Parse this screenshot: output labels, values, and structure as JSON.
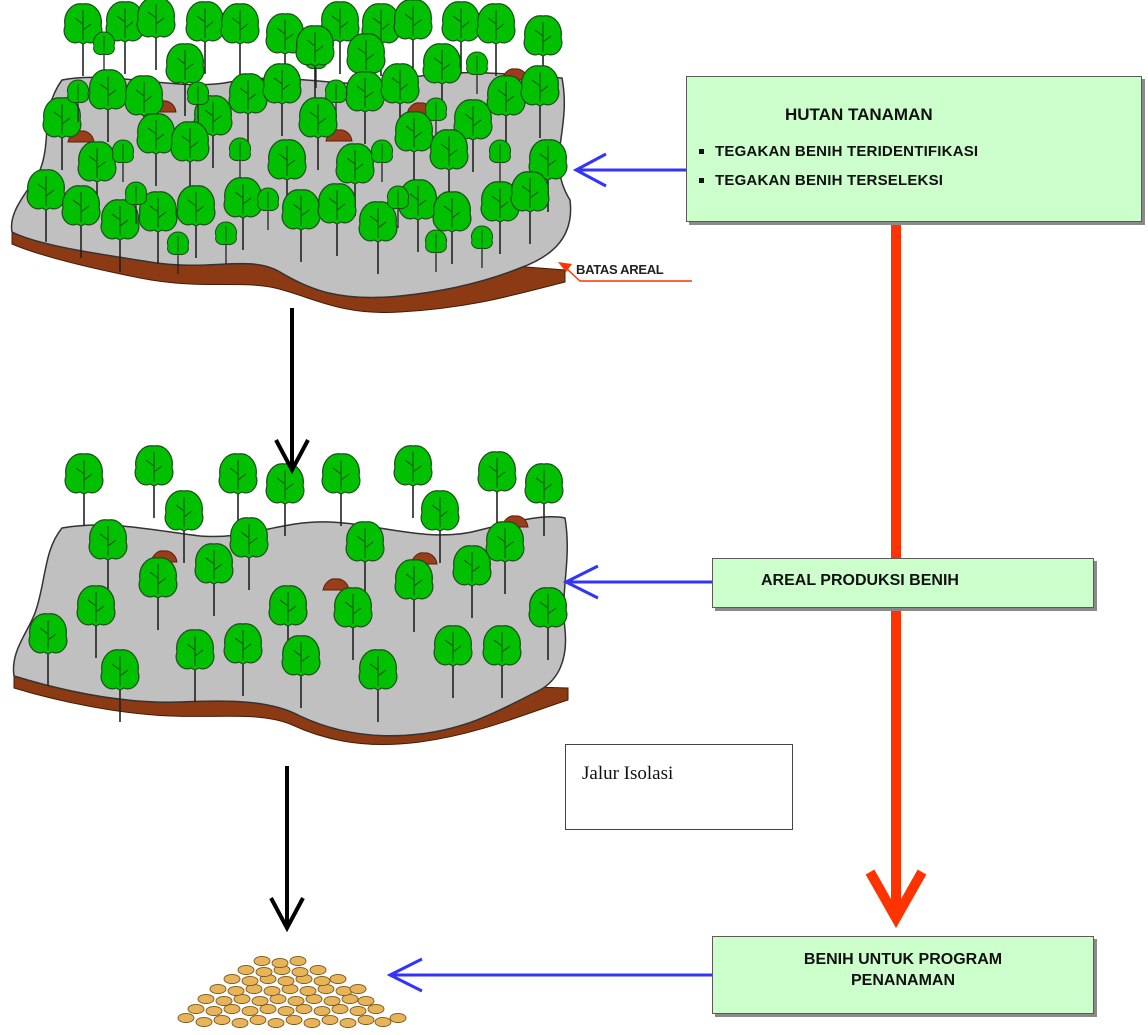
{
  "boxes": {
    "hutan_tanaman": {
      "title": "HUTAN TANAMAN",
      "bullets": [
        "TEGAKAN BENIH TERIDENTIFIKASI",
        "TEGAKAN BENIH TERSELEKSI"
      ]
    },
    "areal_produksi": {
      "title": "AREAL PRODUKSI BENIH"
    },
    "benih_program": {
      "line1": "BENIH UNTUK PROGRAM",
      "line2": "PENANAMAN"
    },
    "jalur_isolasi": {
      "text": "Jalur Isolasi"
    }
  },
  "labels": {
    "batas_areal": "BATAS AREAL"
  },
  "colors": {
    "box_fill": "#ccffcc",
    "ground_fill": "#c0c0c0",
    "soil_edge": "#8b3a13",
    "tree_leaf": "#00c000",
    "blue_arrow": "#3333ff",
    "red_arrow": "#ff3300",
    "seed": "#e8b45a"
  }
}
